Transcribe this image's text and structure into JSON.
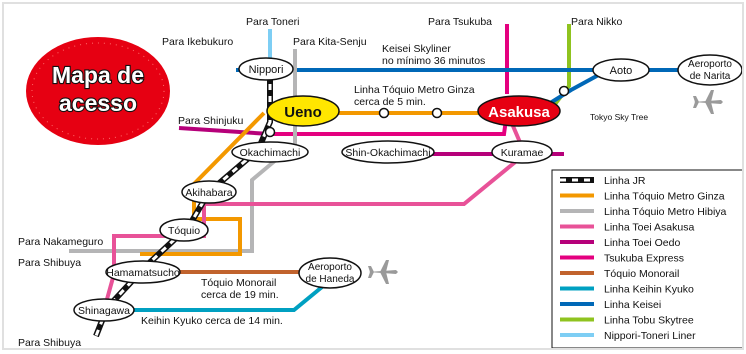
{
  "map": {
    "title_line1": "Mapa de",
    "title_line2": "acesso",
    "stations": {
      "ueno": "Ueno",
      "asakusa": "Asakusa",
      "nippori": "Nippori",
      "aoto": "Aoto",
      "okachimachi": "Okachimachi",
      "shin_okachimachi": "Shin-Okachimachi",
      "kuramae": "Kuramae",
      "akihabara": "Akihabara",
      "toquio": "Tóquio",
      "hamamatsucho": "Hamamatsucho",
      "shinagawa": "Shinagawa",
      "narita_line1": "Aeroporto",
      "narita_line2": "de Narita",
      "haneda_line1": "Aeroporto",
      "haneda_line2": "de Haneda"
    },
    "labels": {
      "para_toneri": "Para Toneri",
      "para_ikebukuro": "Para Ikebukuro",
      "para_kita_senju": "Para Kita-Senju",
      "para_tsukuba": "Para Tsukuba",
      "para_nikko": "Para Nikko",
      "skyliner_line1": "Keisei Skyliner",
      "skyliner_line2": "no mínimo 36 minutos",
      "ginza_line1": "Linha Tóquio Metro Ginza",
      "ginza_line2": "cerca de 5 min.",
      "para_shinjuku": "Para Shinjuku",
      "tokyo_sky_tree": "Tokyo Sky Tree",
      "para_nakameguro": "Para Nakameguro",
      "para_shibuya_1": "Para Shibuya",
      "monorail_line1": "Tóquio Monorail",
      "monorail_line2": "cerca de 19 min.",
      "keihin_note": "Keihin Kyuko cerca de 14 min.",
      "para_shibuya_2": "Para Shibuya"
    },
    "legend": [
      {
        "label": "Linha JR",
        "color": "#111111"
      },
      {
        "label": "Linha Tóquio Metro Ginza",
        "color": "#f39800"
      },
      {
        "label": "Linha Tóquio Metro Hibiya",
        "color": "#b5b5b6"
      },
      {
        "label": "Linha Toei Asakusa",
        "color": "#e85298"
      },
      {
        "label": "Linha Toei Oedo",
        "color": "#b6007a"
      },
      {
        "label": "Tsukuba Express",
        "color": "#e4007f"
      },
      {
        "label": "Tóquio Monorail",
        "color": "#c1632d"
      },
      {
        "label": "Linha Keihin Kyuko",
        "color": "#00a0c1"
      },
      {
        "label": "Linha Keisei",
        "color": "#0068b7"
      },
      {
        "label": "Linha Tobu Skytree",
        "color": "#8fc31f"
      },
      {
        "label": "Nippori-Toneri Liner",
        "color": "#7ecef4"
      }
    ],
    "colors": {
      "title_red": "#e60012",
      "airplane": "#9a9a9a"
    }
  }
}
